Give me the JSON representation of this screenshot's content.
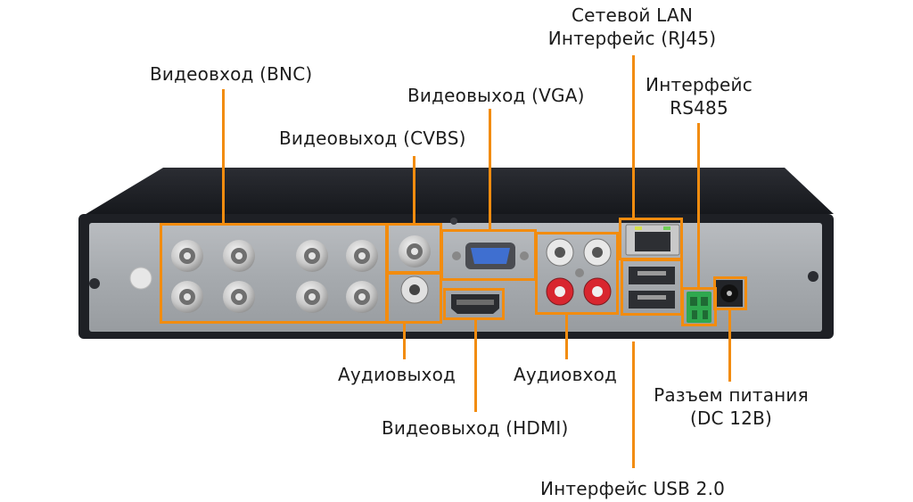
{
  "labels": {
    "lan_line1": "Сетевой LAN",
    "lan_line2": "Интерфейс (RJ45)",
    "bnc": "Видеовход (BNC)",
    "vga": "Видеовыход (VGA)",
    "rs485_line1": "Интерфейс",
    "rs485_line2": "RS485",
    "cvbs": "Видеовыход (CVBS)",
    "audio_out": "Аудиовыход",
    "audio_in": "Аудиовход",
    "power_line1": "Разъем питания",
    "power_line2": "(DC 12В)",
    "hdmi": "Видеовыход (HDMI)",
    "usb": "Интерфейс USB 2.0"
  },
  "colors": {
    "accent": "#f28c0f",
    "panel": "#a9adb1",
    "casing": "#2a2c31",
    "text": "#1c1c1c"
  }
}
